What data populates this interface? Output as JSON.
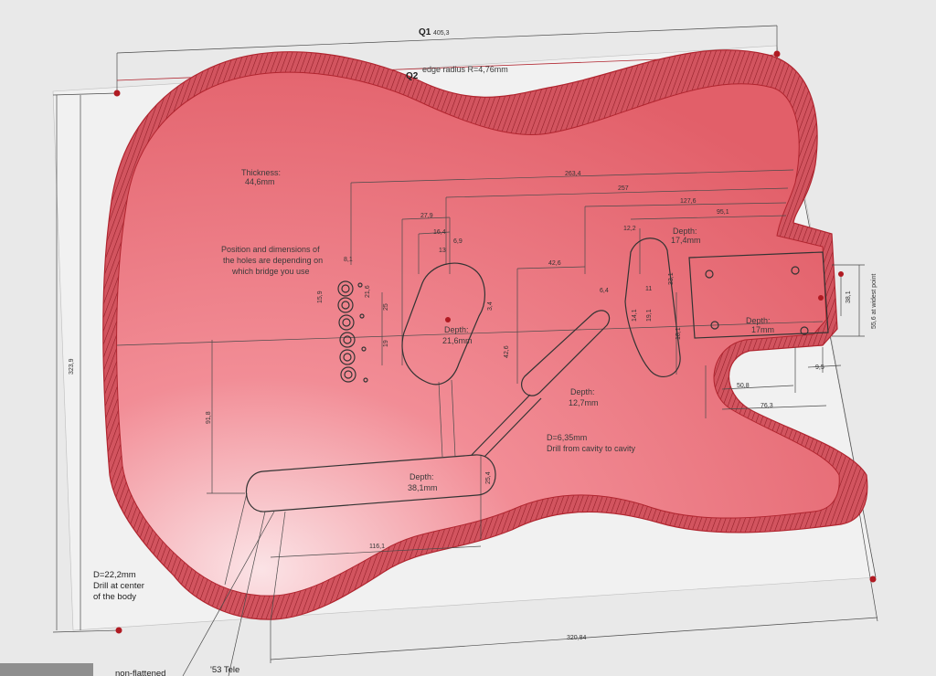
{
  "controls": {
    "q1": "Q1",
    "q2": "Q2"
  },
  "annotations": {
    "edge_radius": "edge radius R=4,76mm",
    "thickness": "Thickness:\n44,6mm",
    "thickness_l1": "Thickness:",
    "thickness_l2": "44,6mm",
    "holes_l1": "Position and dimensions of",
    "holes_l2": "the holes are depending on",
    "holes_l3": "which bridge you use",
    "bridge_depth_l1": "Depth:",
    "bridge_depth_l2": "21,6mm",
    "neck_depth_l1": "Depth:",
    "neck_depth_l2": "17,4mm",
    "neck_pocket_depth": "Depth:",
    "neck_pocket_depth_v": "17mm",
    "route_depth_l1": "Depth:",
    "route_depth_l2": "12,7mm",
    "control_depth_l1": "Depth:",
    "control_depth_l2": "38,1mm",
    "drill_l1": "D=6,35mm",
    "drill_l2": "Drill from cavity to cavity",
    "center_drill_l1": "D=22,2mm",
    "center_drill_l2": "Drill at center",
    "center_drill_l3": "of the body",
    "non_flattened": "non-flattened",
    "tele53": "'53 Tele"
  },
  "dimensions": {
    "overall_width_top": "405,3",
    "overall_width_bottom": "320,84",
    "height_left": "323,9",
    "d2834": "263,4",
    "d257": "257",
    "d1276": "127,6",
    "d951": "95,1",
    "d279": "27,9",
    "d164": "16,4",
    "d69": "6,9",
    "d13": "13",
    "d426": "42,6",
    "d122": "12,2",
    "d81": "8,1",
    "d505": "50,8",
    "d763": "76,3",
    "d95": "9,5",
    "d1161": "116,1",
    "d918": "91,8",
    "d254": "25,4",
    "d556": "55,6 at widest point",
    "d381": "38,1",
    "d159": "15,9",
    "d216": "21,6",
    "d25": "25",
    "d19": "19",
    "d34": "3,4",
    "d426v": "42,6",
    "d331": "33,1",
    "d141": "14,1",
    "d191": "19,1",
    "d181": "18,1",
    "d11": "11",
    "d64": "6,4"
  },
  "colors": {
    "body_fill": "#e8707a",
    "body_edge": "#b1252f",
    "dot": "#b01a22",
    "background": "#e9e9e9"
  }
}
